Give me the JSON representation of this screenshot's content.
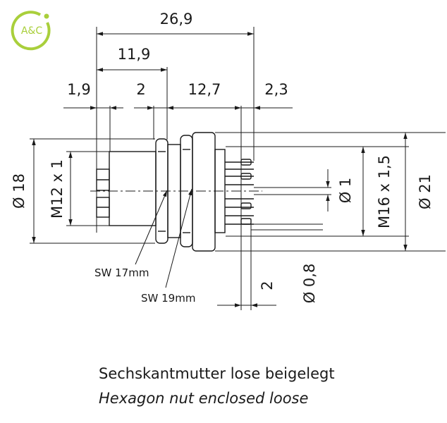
{
  "logo": {
    "text": "A&C",
    "color": "#a9cf3b"
  },
  "dimensions": {
    "total_length": "26,9",
    "front_length": "11,9",
    "d_1_9": "1,9",
    "d_2_top": "2",
    "d_12_7": "12,7",
    "d_2_3": "2,3",
    "diam_18": "Ø 18",
    "thread_m12": "M12 x 1",
    "diam_1": "Ø 1",
    "thread_m16": "M16 x 1,5",
    "diam_21": "Ø 21",
    "d_2_bottom": "2",
    "diam_0_8": "Ø 0,8"
  },
  "wrench_sizes": {
    "sw17": "SW 17mm",
    "sw19": "SW 19mm"
  },
  "caption": {
    "german": "Sechskantmutter lose beigelegt",
    "english": "Hexagon nut enclosed loose"
  },
  "colors": {
    "line": "#1a1a1a",
    "accent": "#a9cf3b"
  }
}
